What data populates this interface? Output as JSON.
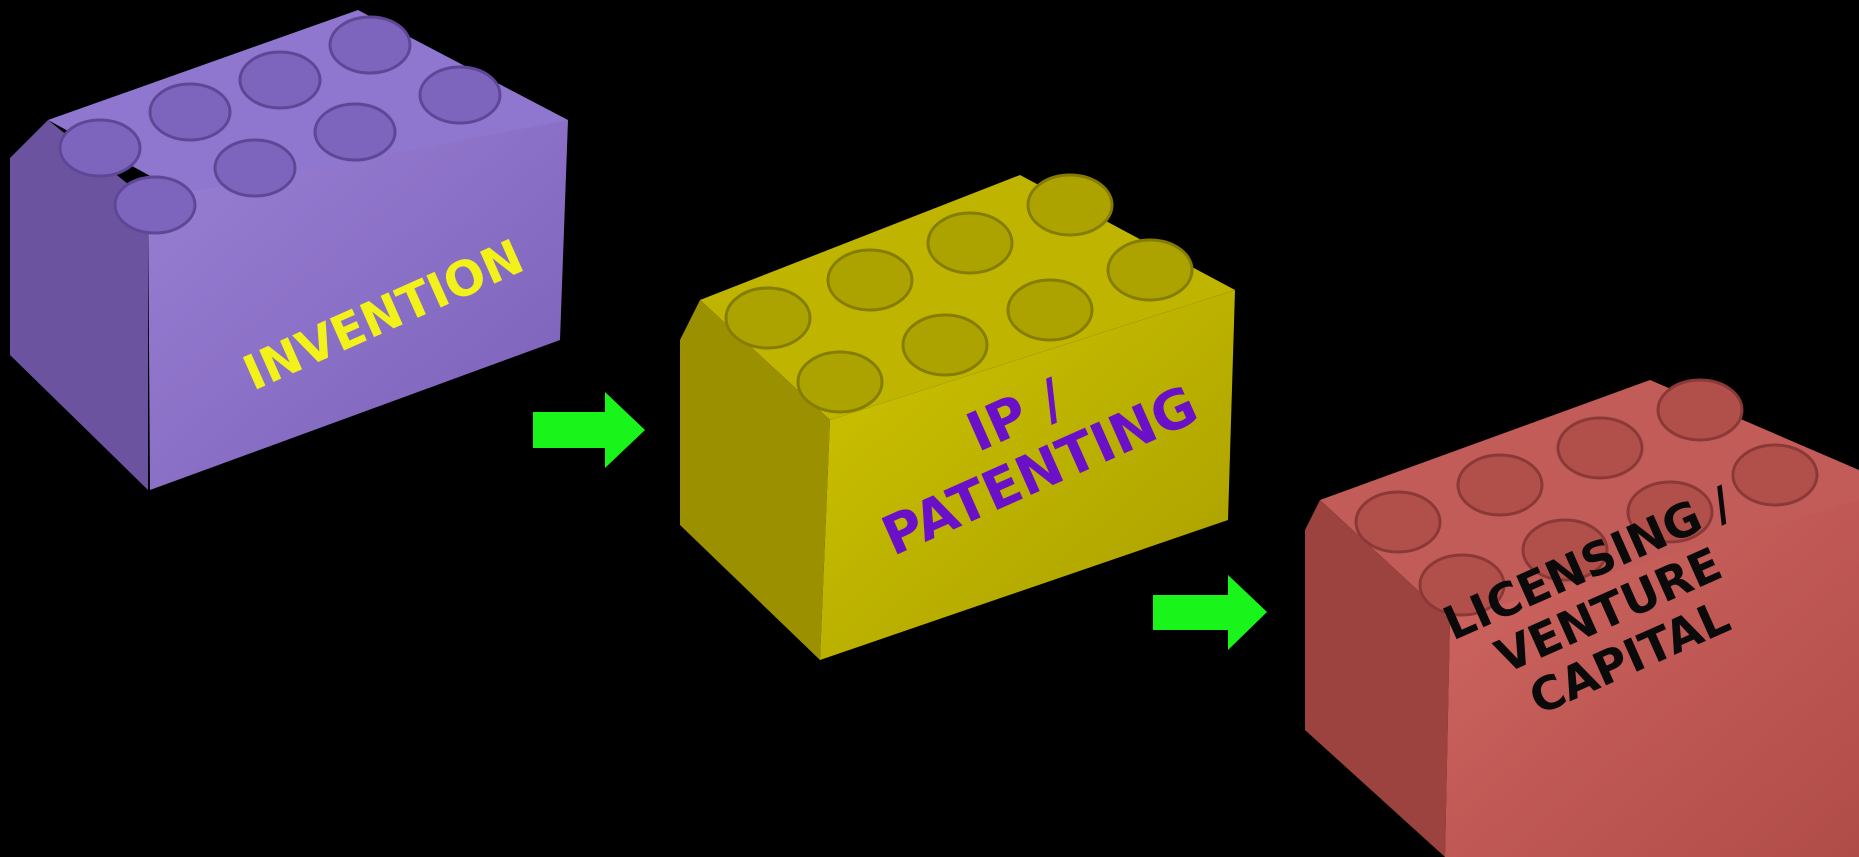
{
  "bricks": [
    {
      "label_lines": [
        "INVENTION"
      ],
      "body_color": "#8C6FC8",
      "text_color": "#F2F21A"
    },
    {
      "label_lines": [
        "IP /",
        "PATENTING"
      ],
      "body_color": "#BDB300",
      "text_color": "#6A10C8"
    },
    {
      "label_lines": [
        "LICENSING /",
        "VENTURE",
        "CAPITAL"
      ],
      "body_color": "#C45A56",
      "text_color": "#0A0A0A"
    }
  ],
  "arrow_color": "#19F51B",
  "background_color": "#000000"
}
